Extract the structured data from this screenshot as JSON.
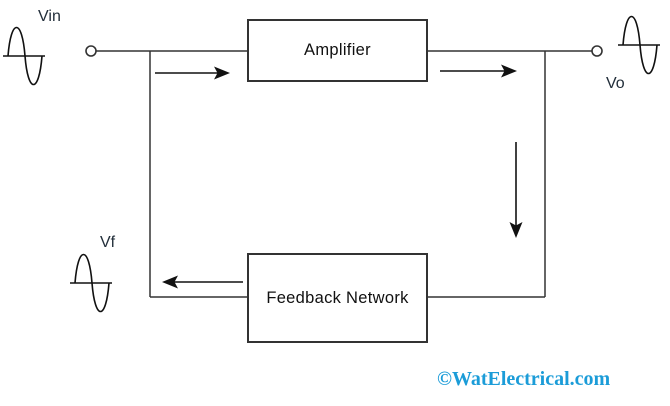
{
  "diagram": {
    "type": "feedback-amplifier-block-diagram",
    "amplifier_block": {
      "label": "Amplifier"
    },
    "feedback_block": {
      "label": "Feedback Network"
    },
    "signal_labels": {
      "input": "Vin",
      "output": "Vo",
      "feedback": "Vf"
    },
    "watermark": {
      "text": "©WatElectrical.com",
      "color": "#1b9cd8"
    },
    "colors": {
      "line": "#333333",
      "arrow": "#111111",
      "block_border": "#333333",
      "label_text": "#222e3a",
      "background": "#ffffff"
    },
    "icons": {
      "input_signal": "sine-wave-icon",
      "output_signal": "sine-wave-icon",
      "feedback_signal": "sine-wave-icon",
      "input_terminal": "circle-terminal-icon",
      "output_terminal": "circle-terminal-icon"
    }
  }
}
